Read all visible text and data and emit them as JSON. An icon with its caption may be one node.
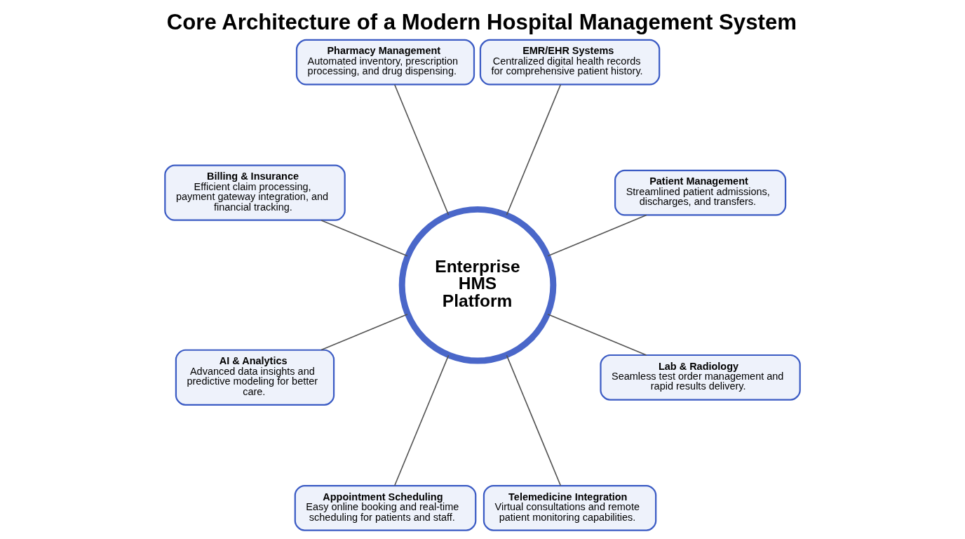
{
  "diagram": {
    "title": "Core Architecture of a Modern Hospital Management System",
    "nodes": [
      {
        "text": [
          "Enterprise HMS Platform"
        ]
      },
      {
        "text": [
          "Patient Management",
          "Streamlined patient admissions, discharges, and transfers."
        ]
      },
      {
        "text": [
          "EMR/EHR Systems",
          "Centralized digital health records for comprehensive patient history."
        ]
      },
      {
        "text": [
          "Pharmacy Management",
          "Automated inventory, prescription processing, and drug dispensing."
        ]
      },
      {
        "text": [
          "Billing & Insurance",
          "Efficient claim processing, payment gateway integration, and financial tracking."
        ]
      },
      {
        "text": [
          "AI & Analytics",
          "Advanced data insights and predictive modeling for better care."
        ]
      },
      {
        "text": [
          "Appointment Scheduling",
          "Easy online booking and real-time scheduling for patients and staff."
        ]
      },
      {
        "text": [
          "Telemedicine Integration",
          "Virtual consultations and remote patient monitoring capabilities."
        ]
      },
      {
        "text": [
          "Lab & Radiology",
          "Seamless test order management and rapid results delivery."
        ]
      }
    ],
    "edges": [
      {
        "from": 0,
        "to": 1,
        "arrow": "none"
      },
      {
        "from": 0,
        "to": 2,
        "arrow": "none"
      },
      {
        "from": 0,
        "to": 3,
        "arrow": "none"
      },
      {
        "from": 0,
        "to": 4,
        "arrow": "none"
      },
      {
        "from": 0,
        "to": 5,
        "arrow": "none"
      },
      {
        "from": 0,
        "to": 6,
        "arrow": "none"
      },
      {
        "from": 0,
        "to": 7,
        "arrow": "none"
      },
      {
        "from": 0,
        "to": 8,
        "arrow": "none"
      }
    ]
  }
}
